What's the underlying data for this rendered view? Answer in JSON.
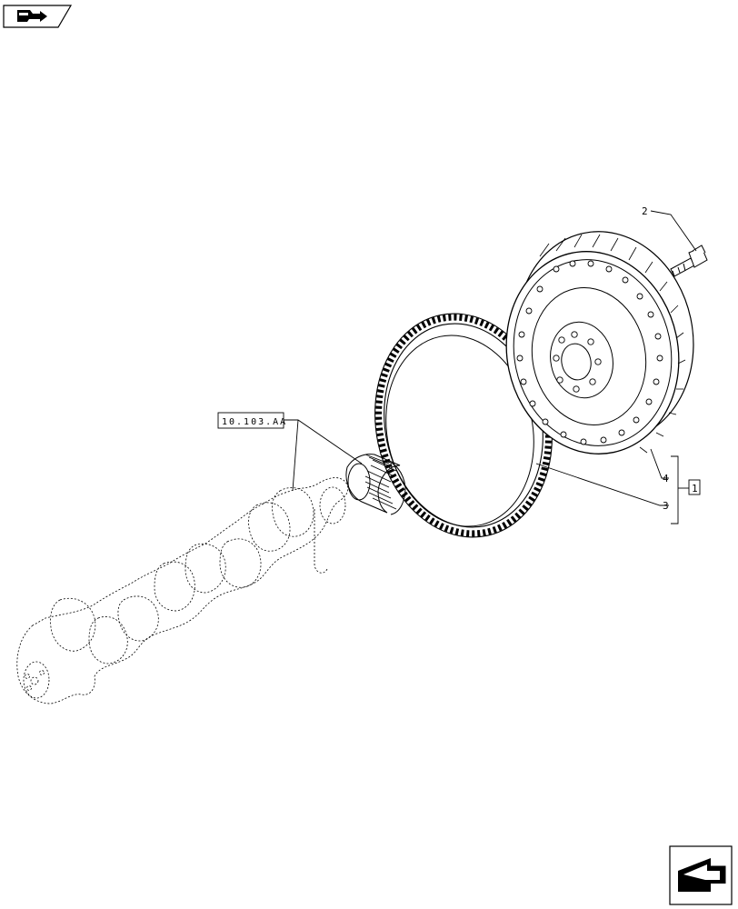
{
  "diagram": {
    "reference_code": "10.103.AA",
    "callouts": [
      {
        "id": "callout-2",
        "text": "2"
      },
      {
        "id": "callout-4",
        "text": "4"
      },
      {
        "id": "callout-3",
        "text": "3"
      },
      {
        "id": "callout-kit",
        "text": "1"
      }
    ],
    "navigation": {
      "prev_icon": "prev-page-arrow-icon",
      "next_icon": "next-page-arrow-icon"
    },
    "colors": {
      "ink": "#000000",
      "paper": "#ffffff"
    }
  }
}
